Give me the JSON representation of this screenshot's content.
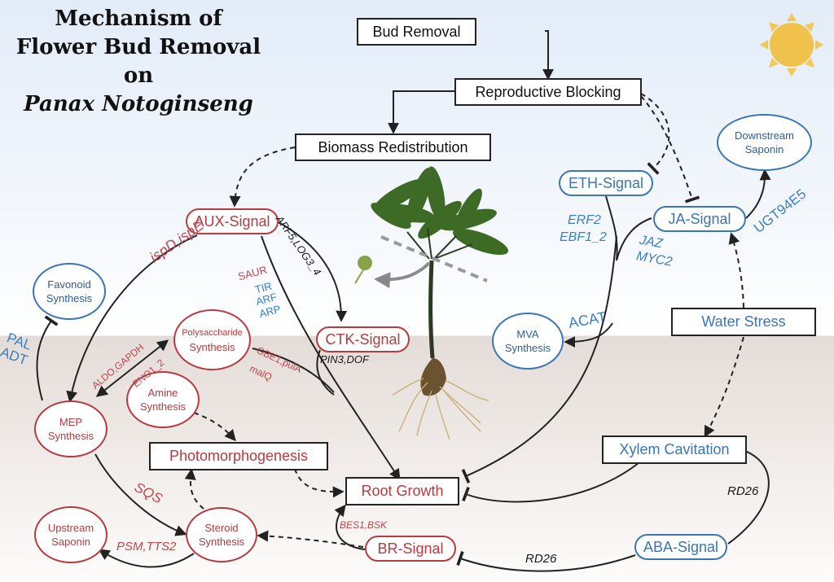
{
  "title": {
    "line1": "Mechanism of",
    "line2": "Flower Bud Removal",
    "line3": "on",
    "line4": "Panax Notoginseng"
  },
  "colors": {
    "red_accent": "#b63a3f",
    "blue_accent": "#3a75b6",
    "sun": "#f0c24b",
    "sky": "#e2ecf8",
    "soil": "#e4dcd8"
  },
  "icons": {
    "sun": "sun-icon",
    "plant": "panax-plant-illustration",
    "flower_bud": "flower-bud-icon"
  },
  "process_boxes": {
    "bud_removal": "Bud Removal",
    "reproductive_blocking": "Reproductive Blocking",
    "biomass_redistribution": "Biomass Redistribution",
    "photomorphogenesis": "Photomorphogenesis",
    "root_growth": "Root Growth",
    "water_stress": "Water Stress",
    "xylem_cavitation": "Xylem Cavitation"
  },
  "signals": {
    "aux": "AUX-Signal",
    "ctk": "CTK-Signal",
    "eth": "ETH-Signal",
    "ja": "JA-Signal",
    "br": "BR-Signal",
    "aba": "ABA-Signal"
  },
  "synthesis_nodes": {
    "favonoid": [
      "Favonoid",
      "Synthesis"
    ],
    "polysaccharide": [
      "Polysaccharide",
      "Synthesis"
    ],
    "amine": [
      "Amine",
      "Synthesis"
    ],
    "mep": [
      "MEP",
      "Synthesis"
    ],
    "steroid": [
      "Steroid",
      "Synthesis"
    ],
    "upstream_saponin": [
      "Upstream",
      "Saponin"
    ],
    "downstream_saponin": [
      "Downstream",
      "Saponin"
    ],
    "mva": [
      "MVA",
      "Synthesis"
    ]
  },
  "gene_labels": {
    "ispd_ispe": "ispD,ispE",
    "arf5_log3": "ARF5,LOG3_4",
    "saur": "SAUR",
    "tir": "TIR",
    "arf": "ARF",
    "arp": "ARP",
    "pin3_dof": "PIN3,DOF",
    "pal": "PAL",
    "adt": "ADT",
    "aldo_gapdh": "ALDO,GAPDH",
    "eno1_2": "ENO1_2",
    "gbe1_pula": "GBE1,pulA",
    "malq": "malQ",
    "sqs": "SQS",
    "psm_tts2": "PSM,TTS2",
    "bes1_bsk": "BES1,BSK",
    "rd26_bottom": "RD26",
    "rd26_right": "RD26",
    "erf2": "ERF2",
    "ebf1_2": "EBF1_2",
    "jaz": "JAZ",
    "myc2": "MYC2",
    "acat": "ACAT",
    "ugt94e5": "UGT94E5"
  }
}
